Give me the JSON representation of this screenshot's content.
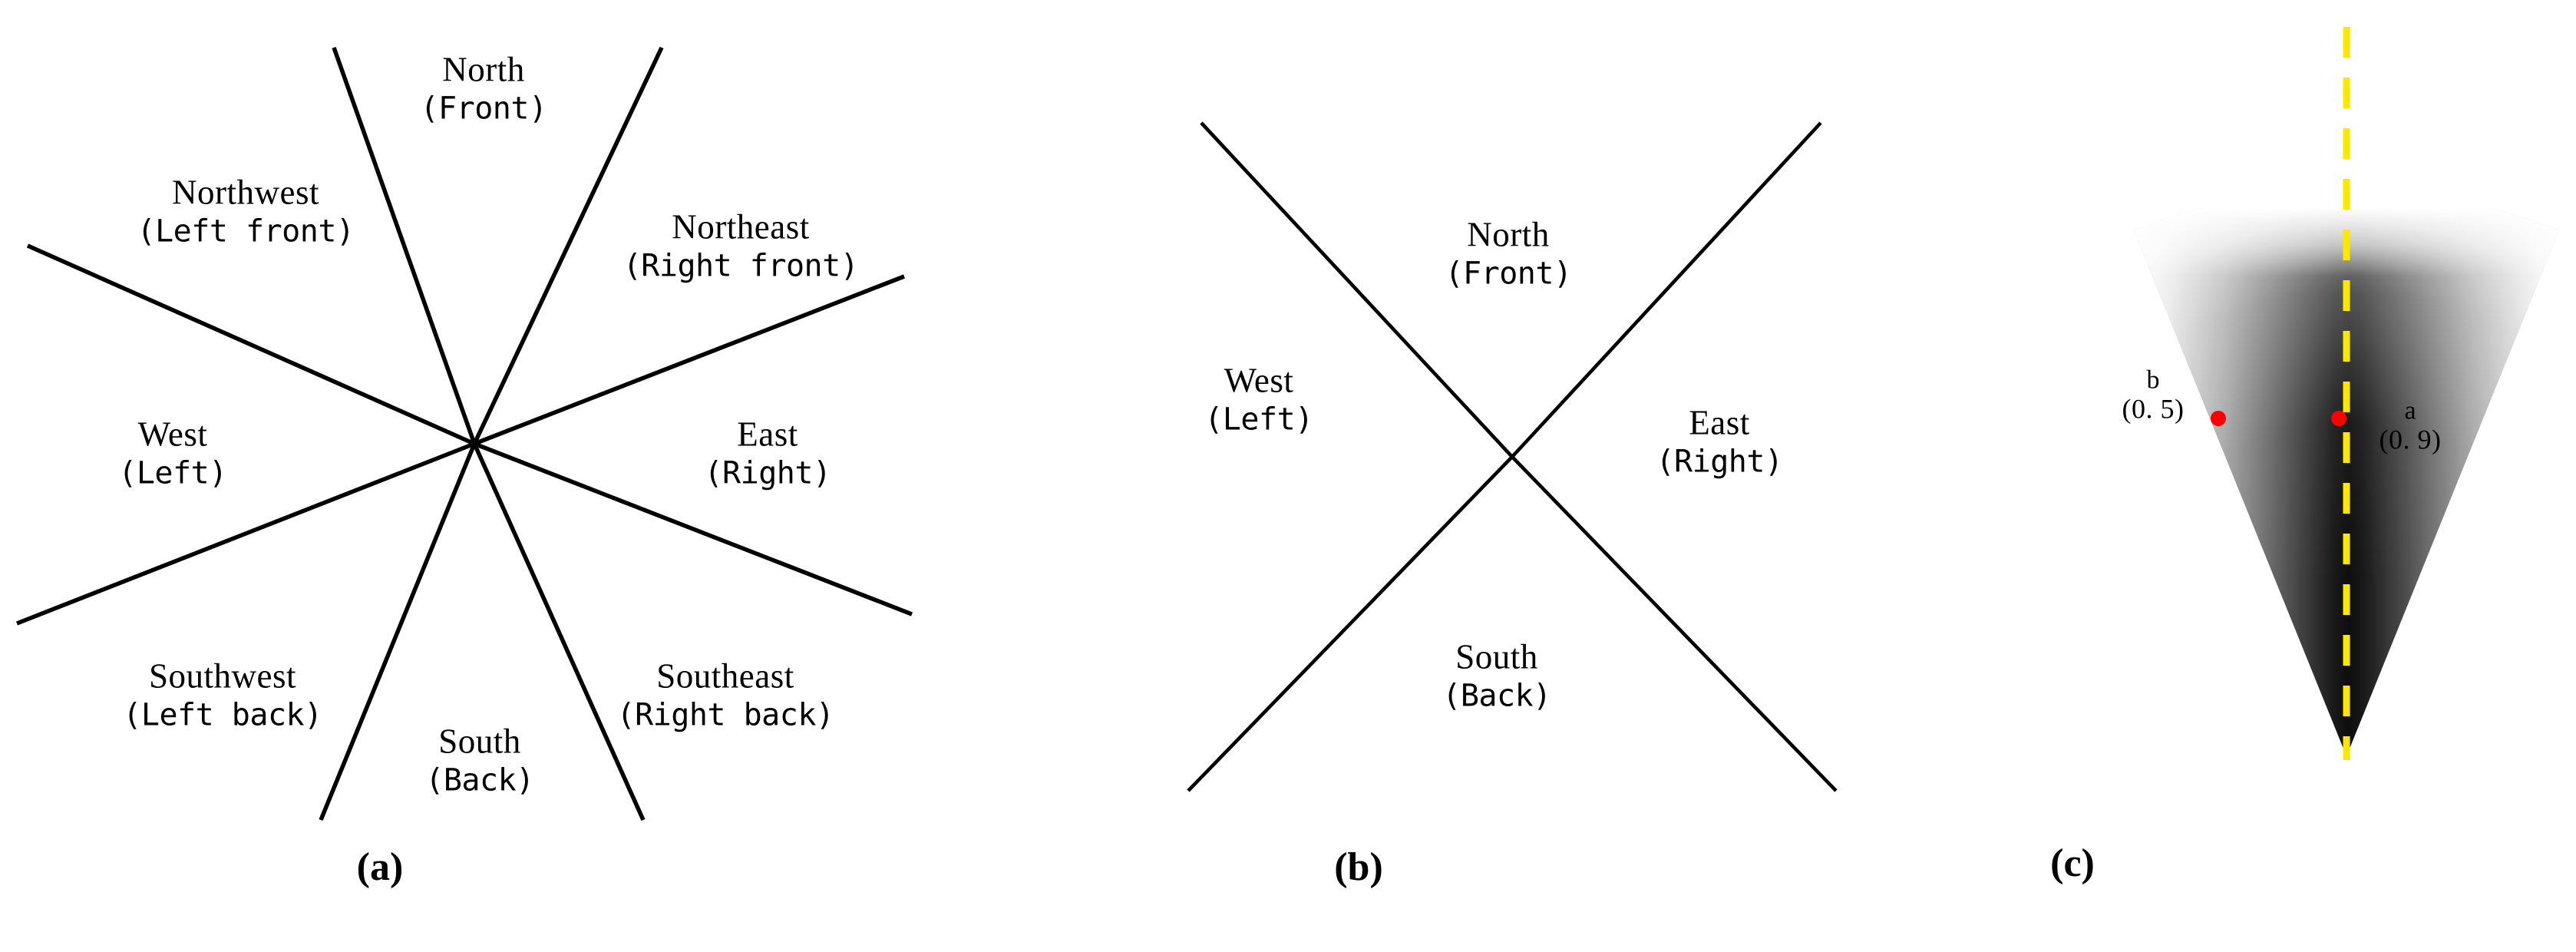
{
  "figure": {
    "background_color": "#ffffff",
    "line_color": "#000000",
    "panels": [
      {
        "id": "a",
        "caption": "(a)",
        "type": "eight-sector-direction-diagram",
        "sector_count": 8,
        "labels": [
          {
            "key": "north",
            "main": "North",
            "sub": "(Front)"
          },
          {
            "key": "northeast",
            "main": "Northeast",
            "sub": "(Right front)"
          },
          {
            "key": "east",
            "main": "East",
            "sub": "(Right)"
          },
          {
            "key": "southeast",
            "main": "Southeast",
            "sub": "(Right back)"
          },
          {
            "key": "south",
            "main": "South",
            "sub": "(Back)"
          },
          {
            "key": "southwest",
            "main": "Southwest",
            "sub": "(Left back)"
          },
          {
            "key": "west",
            "main": "West",
            "sub": "(Left)"
          },
          {
            "key": "northwest",
            "main": "Northwest",
            "sub": "(Left front)"
          }
        ]
      },
      {
        "id": "b",
        "caption": "(b)",
        "type": "four-sector-direction-diagram",
        "sector_count": 4,
        "labels": [
          {
            "key": "north",
            "main": "North",
            "sub": "(Front)"
          },
          {
            "key": "east",
            "main": "East",
            "sub": "(Right)"
          },
          {
            "key": "south",
            "main": "South",
            "sub": "(Back)"
          },
          {
            "key": "west",
            "main": "West",
            "sub": "(Left)"
          }
        ]
      },
      {
        "id": "c",
        "caption": "(c)",
        "type": "grayscale-cone-heatmap",
        "axis_color": "#ffe800",
        "axis_style": "dashed",
        "marker_color": "#ff0000",
        "points": [
          {
            "key": "b",
            "letter": "b",
            "value": "(0. 5)",
            "side": "left"
          },
          {
            "key": "a",
            "letter": "a",
            "value": "(0. 9)",
            "side": "right"
          }
        ]
      }
    ]
  },
  "chart_data": {
    "type": "diagram",
    "title": "",
    "panels": [
      {
        "id": "a",
        "kind": "radial sector map",
        "sectors": 8,
        "sector_span_deg": 45,
        "categories": [
          "North (Front)",
          "Northeast (Right front)",
          "East (Right)",
          "Southeast (Right back)",
          "South (Back)",
          "Southwest (Left back)",
          "West (Left)",
          "Northwest (Left front)"
        ],
        "ray_angles_deg": [
          68,
          22,
          -22,
          -68,
          -112,
          -158,
          158,
          112
        ]
      },
      {
        "id": "b",
        "kind": "radial sector map",
        "sectors": 4,
        "sector_span_deg": 90,
        "categories": [
          "North (Front)",
          "East (Right)",
          "South (Back)",
          "West (Left)"
        ],
        "ray_angles_deg": [
          45,
          -45,
          -135,
          135
        ]
      },
      {
        "id": "c",
        "kind": "cone intensity field",
        "cone_apex_at_bottom": true,
        "cone_half_angle_deg": 22,
        "axis": {
          "label": "",
          "color": "#ffe800",
          "dashed": true,
          "vertical": true
        },
        "markers": [
          {
            "name": "b",
            "value": 0.5,
            "x_side": "left-of-axis"
          },
          {
            "name": "a",
            "value": 0.9,
            "x_side": "right-of-axis"
          }
        ],
        "intensity_scale": "dark = high, light = low"
      }
    ]
  }
}
